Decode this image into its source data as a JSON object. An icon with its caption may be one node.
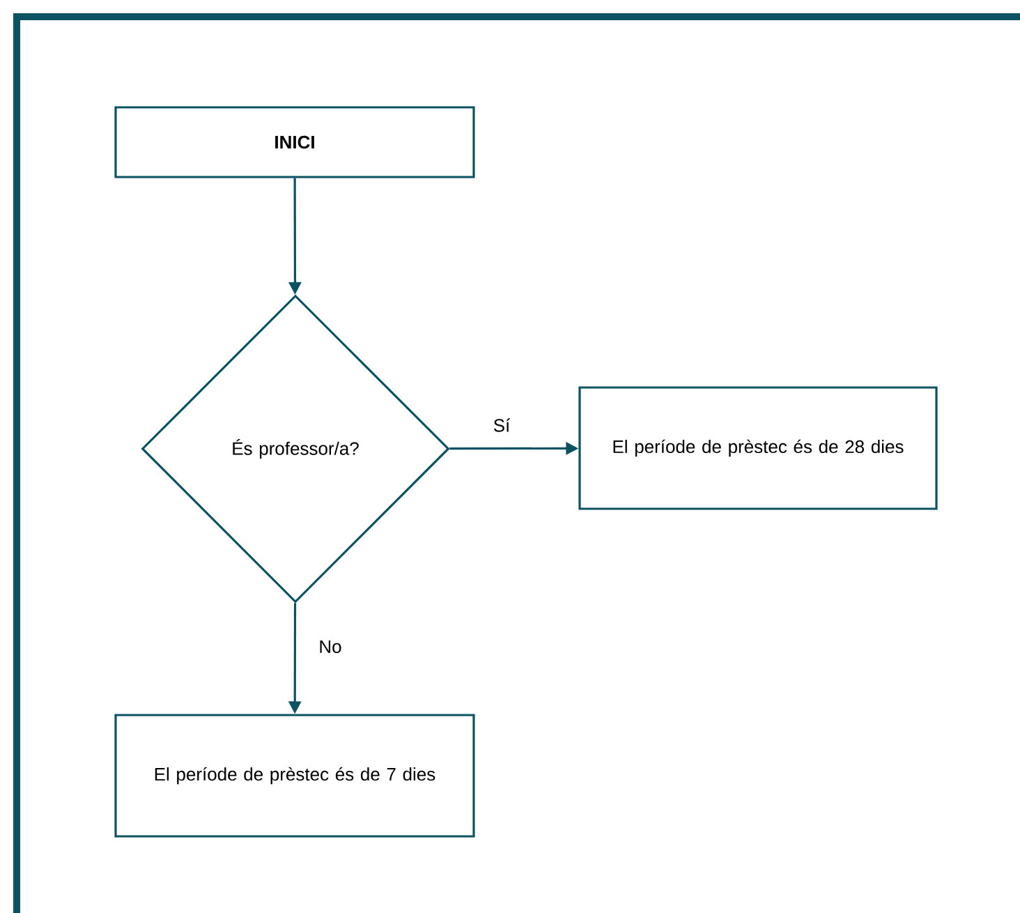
{
  "diagram": {
    "nodes": [
      {
        "text": [
          "INICI"
        ]
      },
      {
        "text": [
          "És professor/a?"
        ]
      },
      {
        "text": [
          "El període de prèstec és de 28 dies"
        ]
      },
      {
        "text": [
          "El període de prèstec és de 7 dies"
        ]
      }
    ],
    "edges": [
      {
        "from": 0,
        "to": 1,
        "arrow": "to"
      },
      {
        "from": 1,
        "to": 2,
        "arrow": "to",
        "label": "Sí"
      },
      {
        "from": 1,
        "to": 3,
        "arrow": "to",
        "label": "No"
      }
    ]
  }
}
